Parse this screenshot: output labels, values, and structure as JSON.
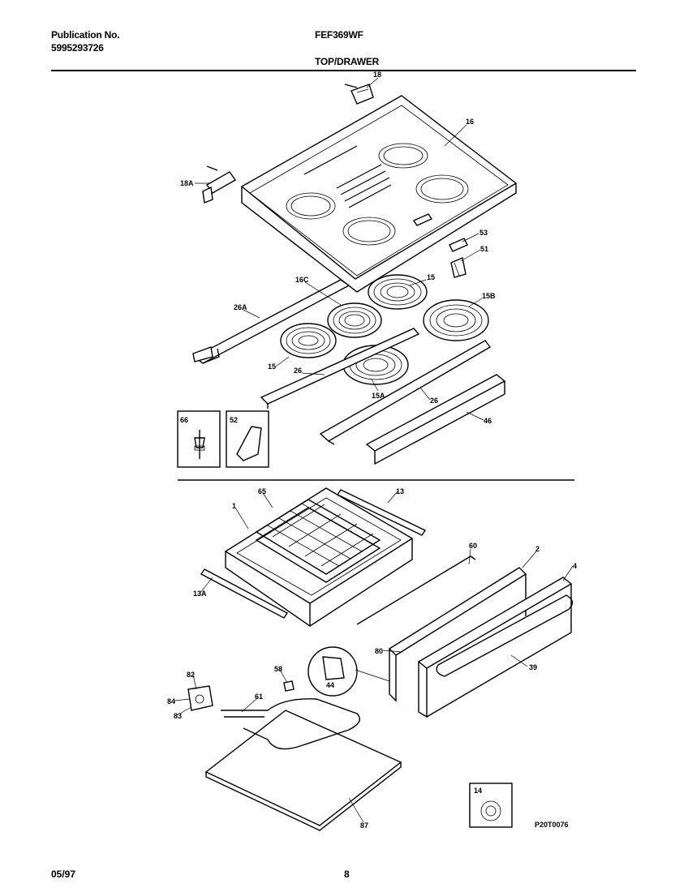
{
  "header": {
    "publication_label": "Publication No.",
    "publication_number": "5995293726",
    "model": "FEF369WF",
    "section_title": "TOP/DRAWER"
  },
  "footer": {
    "date": "05/97",
    "page": "8"
  },
  "diagram_code": "P20T0076",
  "callouts": {
    "c18_top": "18",
    "c16": "16",
    "c18a": "18A",
    "c53": "53",
    "c51": "51",
    "c16c": "16C",
    "c15_top": "15",
    "c15b": "15B",
    "c26a": "26A",
    "c15_left": "15",
    "c26_left": "26",
    "c15a": "15A",
    "c26_right": "26",
    "c46": "46",
    "c66": "66",
    "c52": "52",
    "c65": "65",
    "c13": "13",
    "c1": "1",
    "c60": "60",
    "c2": "2",
    "c4": "4",
    "c13a": "13A",
    "c80": "80",
    "c39": "39",
    "c44": "44",
    "c58": "58",
    "c82": "82",
    "c84": "84",
    "c83": "83",
    "c61": "61",
    "c14": "14",
    "c87": "87"
  }
}
